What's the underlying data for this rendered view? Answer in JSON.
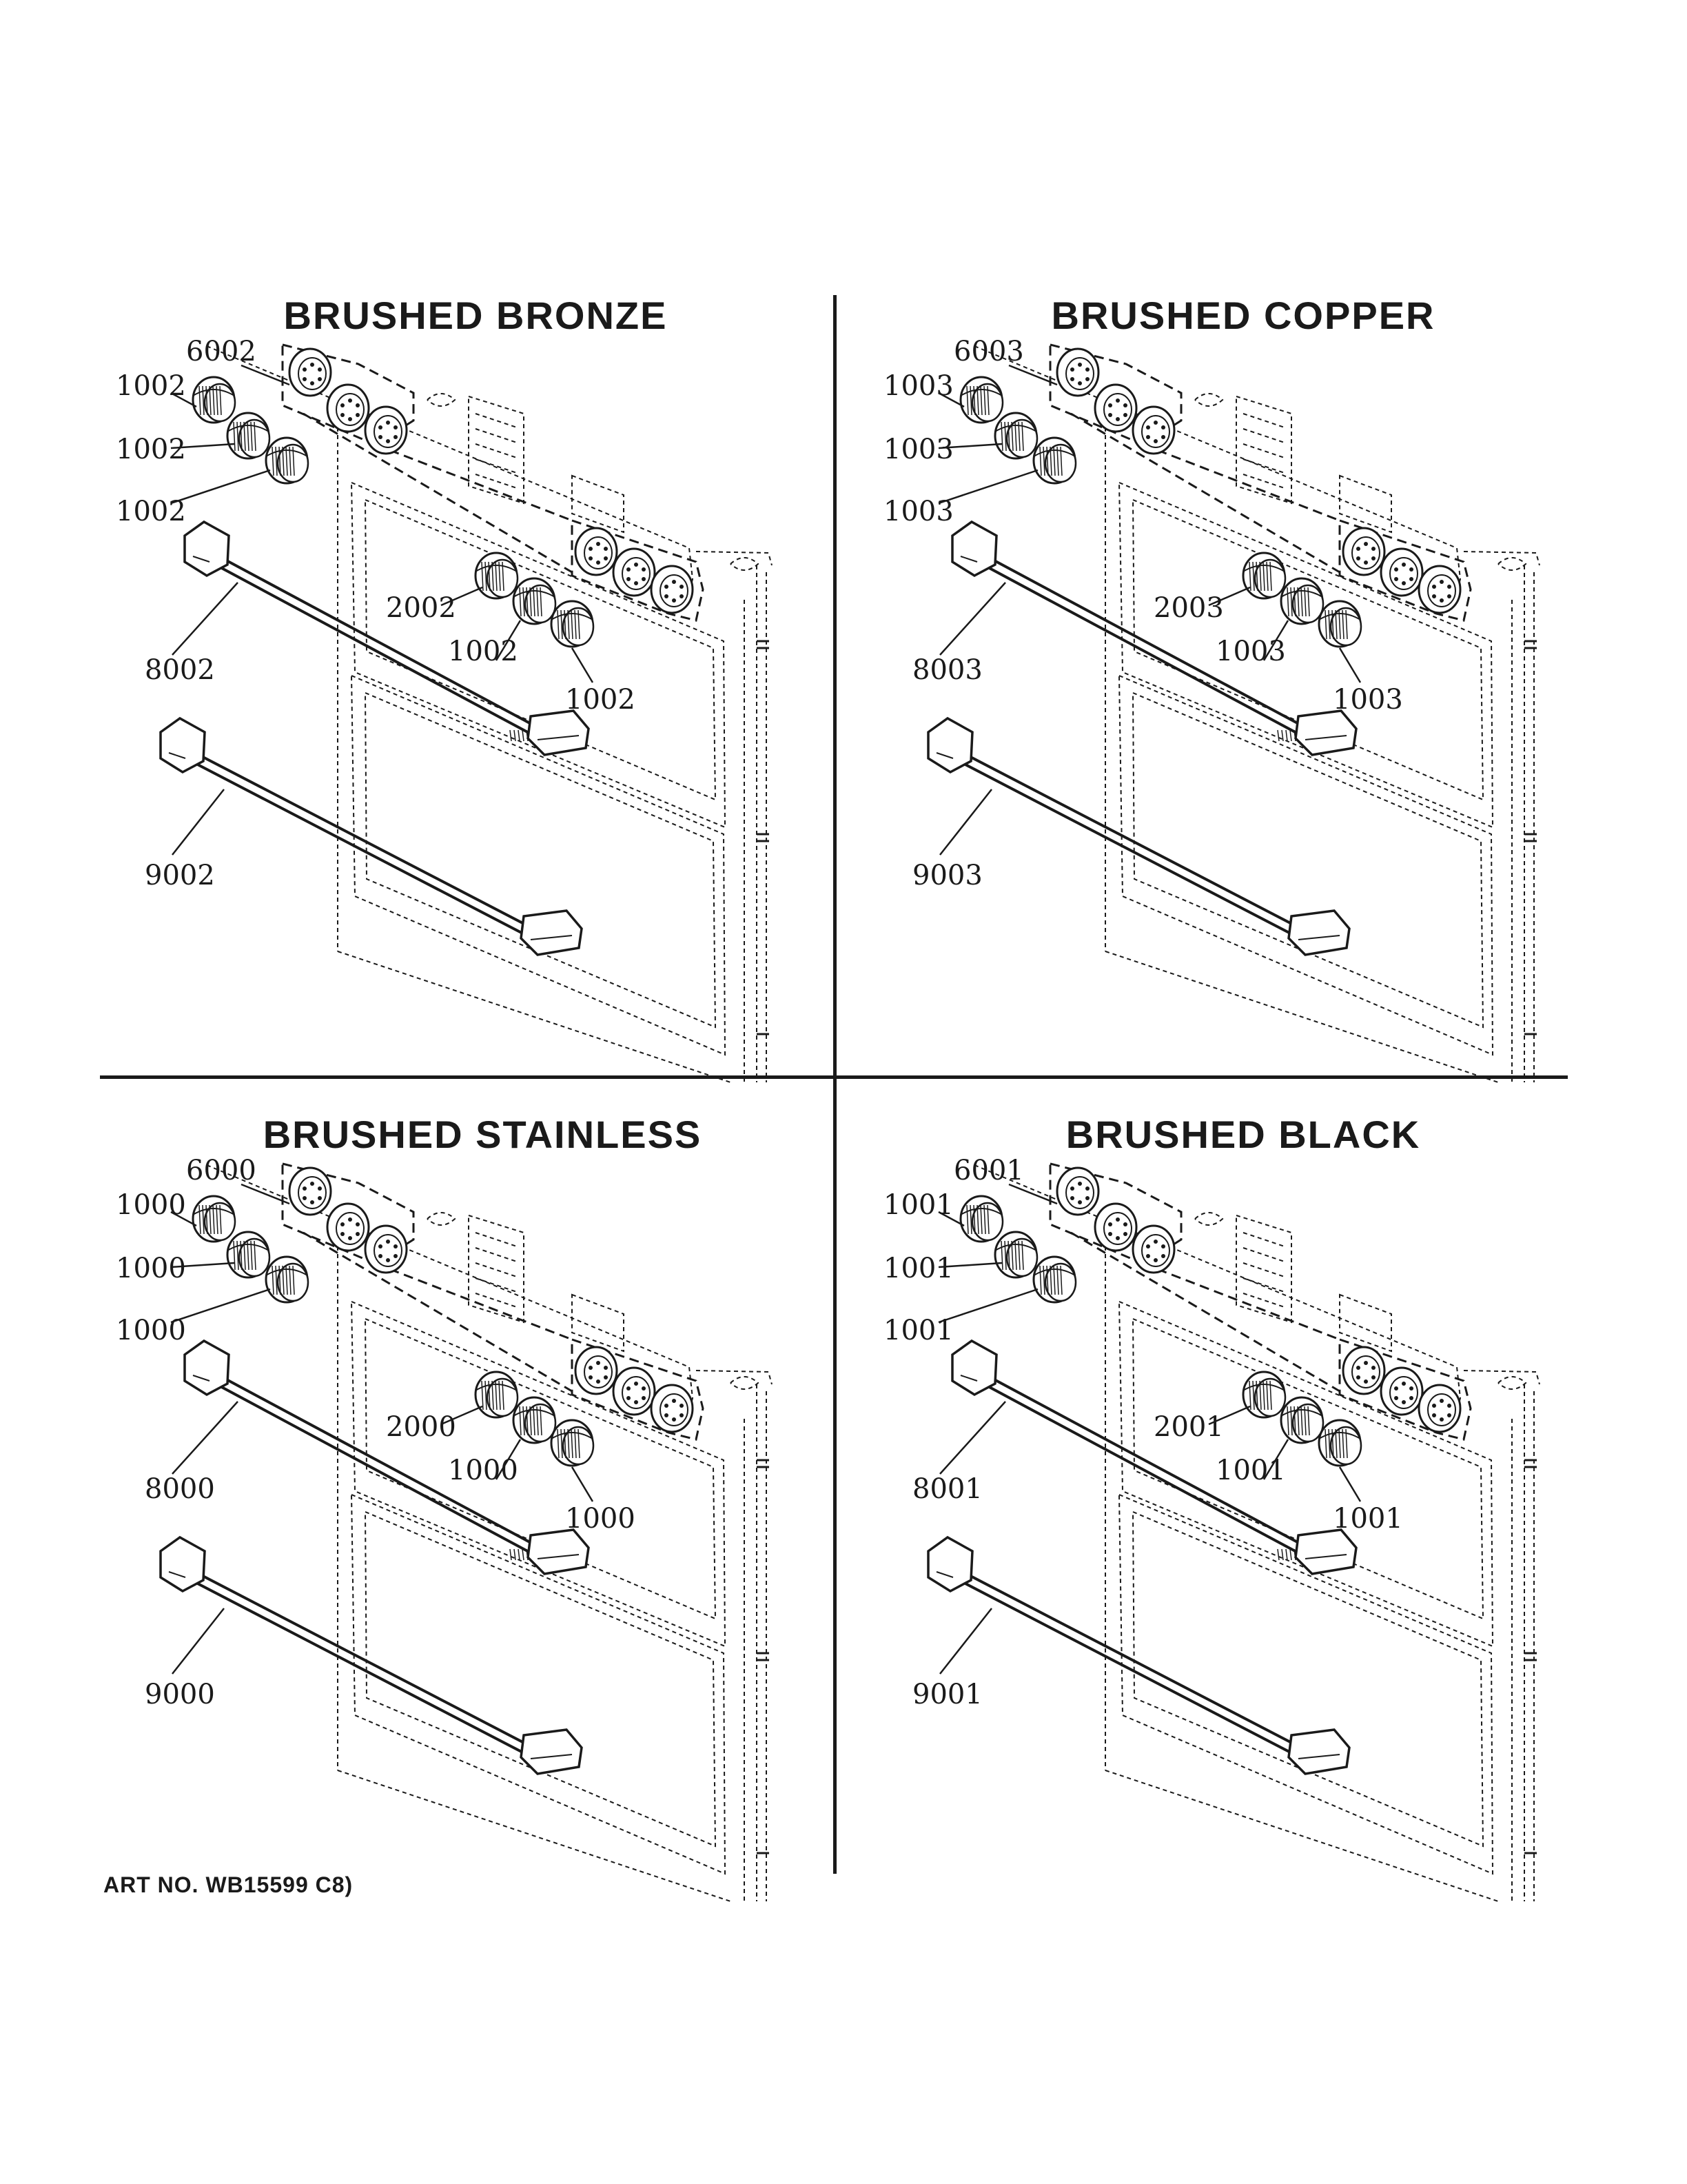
{
  "panels": [
    {
      "title": "BRUSHED BRONZE",
      "callouts": {
        "trim": "6002",
        "knob_a": "1002",
        "knob_b": "1002",
        "knob_c": "1002",
        "knob_d": "2002",
        "knob_e": "1002",
        "knob_f": "1002",
        "handle_upper": "8002",
        "handle_lower": "9002"
      }
    },
    {
      "title": "BRUSHED COPPER",
      "callouts": {
        "trim": "6003",
        "knob_a": "1003",
        "knob_b": "1003",
        "knob_c": "1003",
        "knob_d": "2003",
        "knob_e": "1003",
        "knob_f": "1003",
        "handle_upper": "8003",
        "handle_lower": "9003"
      }
    },
    {
      "title": "BRUSHED STAINLESS",
      "callouts": {
        "trim": "6000",
        "knob_a": "1000",
        "knob_b": "1000",
        "knob_c": "1000",
        "knob_d": "2000",
        "knob_e": "1000",
        "knob_f": "1000",
        "handle_upper": "8000",
        "handle_lower": "9000"
      }
    },
    {
      "title": "BRUSHED BLACK",
      "callouts": {
        "trim": "6001",
        "knob_a": "1001",
        "knob_b": "1001",
        "knob_c": "1001",
        "knob_d": "2001",
        "knob_e": "1001",
        "knob_f": "1001",
        "handle_upper": "8001",
        "handle_lower": "9001"
      }
    }
  ],
  "art_number": "ART NO. WB15599 C8)",
  "colors": {
    "ink": "#1a1a1a",
    "background": "#ffffff"
  }
}
